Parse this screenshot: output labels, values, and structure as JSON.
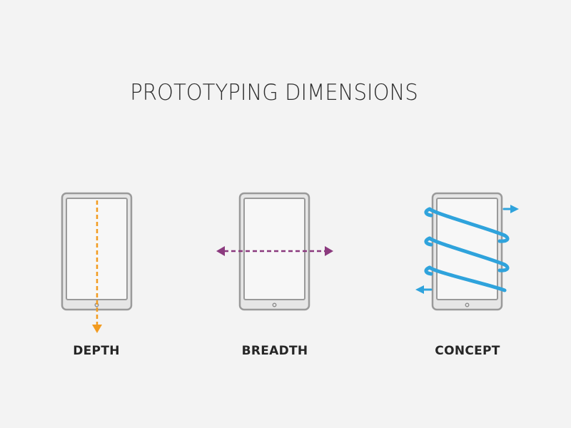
{
  "title": "PROTOTYPING DIMENSIONS",
  "dimensions": [
    {
      "label": "DEPTH",
      "color": "#f29b1f",
      "arrow": "vertical-down"
    },
    {
      "label": "BREADTH",
      "color": "#8b3a7e",
      "arrow": "horizontal-both"
    },
    {
      "label": "CONCEPT",
      "color": "#2fa3dc",
      "arrow": "spiral"
    }
  ],
  "colors": {
    "background": "#f3f3f3",
    "device_frame": "#9a9a9a",
    "device_fill": "#e6e6e6",
    "screen_fill": "#f7f7f7"
  }
}
